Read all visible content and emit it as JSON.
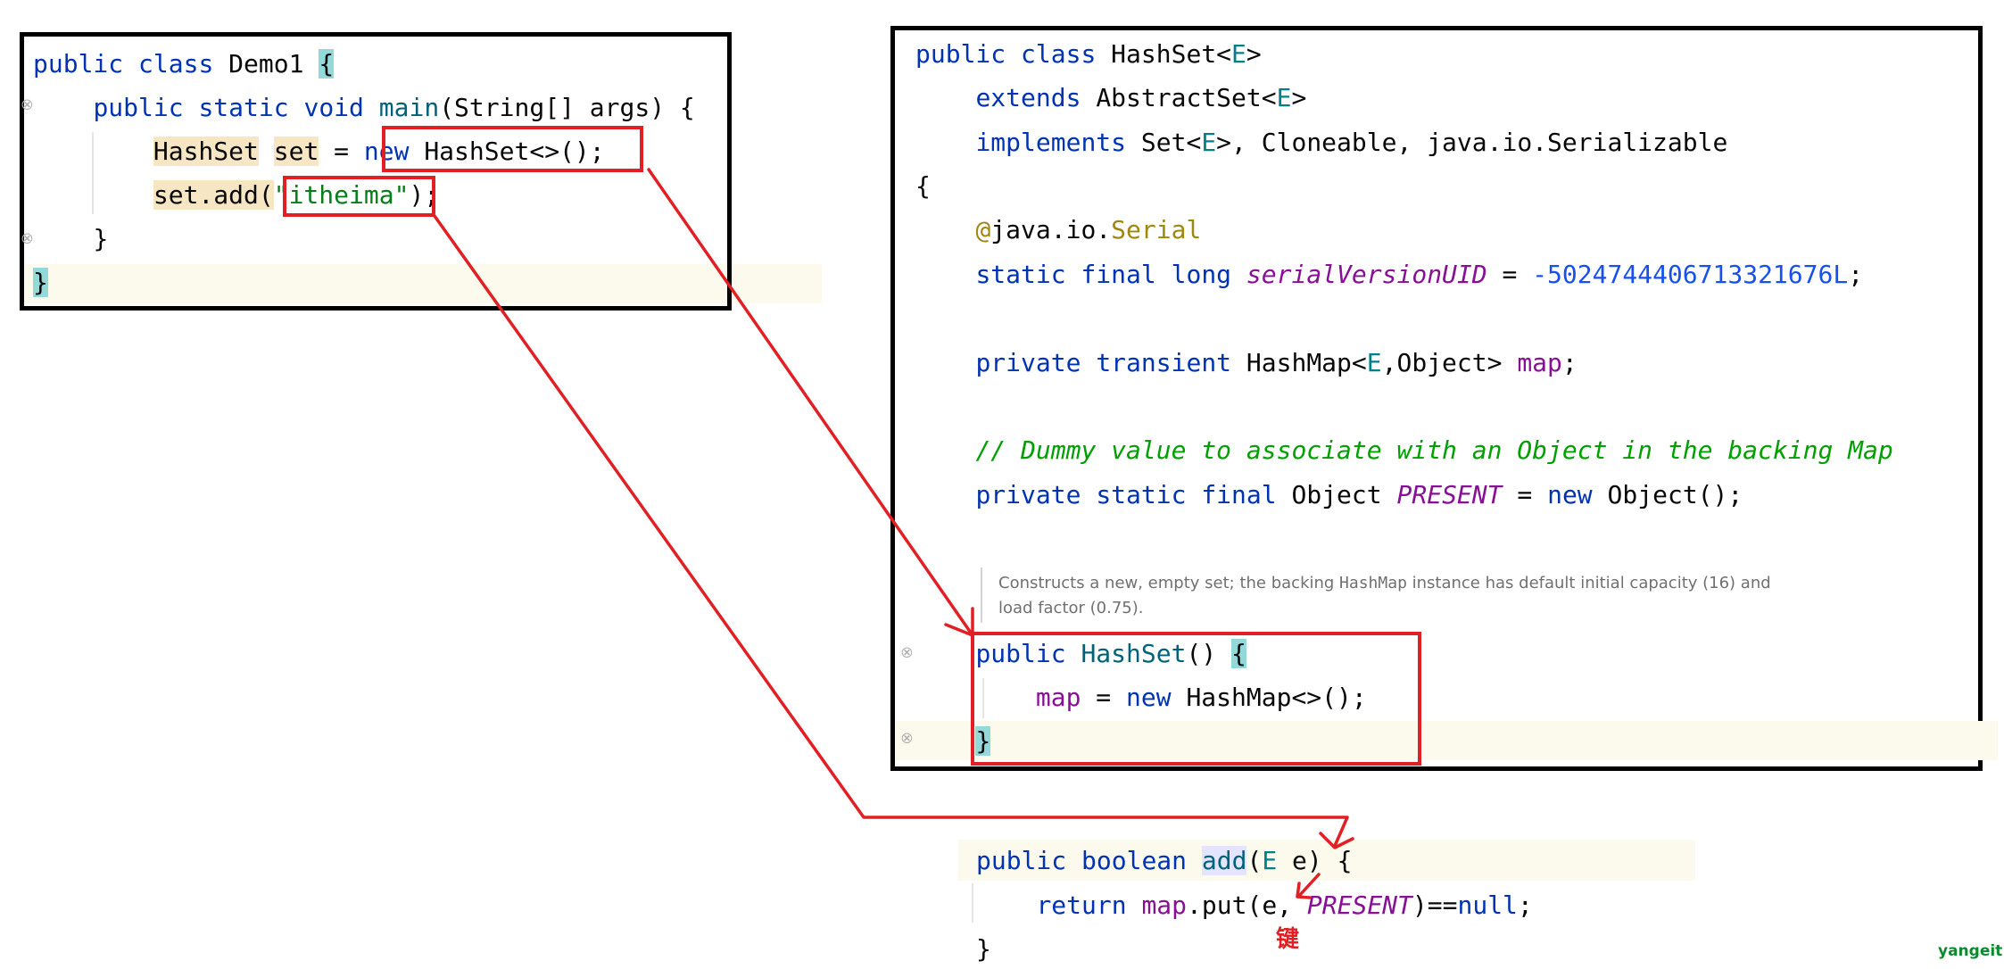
{
  "demo_panel": {
    "line1": {
      "kw1": "public",
      "kw2": "class",
      "name": "Demo1",
      "brace": "{"
    },
    "line2": {
      "kw1": "public",
      "kw2": "static",
      "kw3": "void",
      "method": "main",
      "params": "(String[] args) {"
    },
    "line3": {
      "type": "HashSet",
      "var": "set",
      "eq": "=",
      "kw_new": "new",
      "ctor": "HashSet<>();"
    },
    "line4": {
      "call": "set.add(",
      "arg": "\"itheima\"",
      "end": ");"
    },
    "line5": {
      "brace": "}"
    },
    "line6": {
      "brace": "}"
    }
  },
  "hashset_panel": {
    "l1": {
      "kw1": "public",
      "kw2": "class",
      "name": "HashSet<",
      "tparam": "E",
      "close": ">"
    },
    "l2": {
      "kw": "extends",
      "name": "AbstractSet<",
      "tparam": "E",
      "close": ">"
    },
    "l3": {
      "kw": "implements",
      "name": "Set<",
      "tparam": "E",
      "rest": ">, Cloneable, java.io.Serializable"
    },
    "l4": {
      "brace": "{"
    },
    "l5": {
      "at": "@",
      "pkg": "java.io.",
      "ann": "Serial"
    },
    "l6": {
      "kw1": "static",
      "kw2": "final",
      "kw3": "long",
      "field": "serialVersionUID",
      "eq": " = ",
      "num": "-5024744406713321676L",
      "semi": ";"
    },
    "l7": {
      "kw1": "private",
      "kw2": "transient",
      "type": "HashMap<",
      "tparam": "E",
      "rest": ",Object> ",
      "field": "map",
      "semi": ";"
    },
    "l8": {
      "comment": "// Dummy value to associate with an Object in the backing Map"
    },
    "l9": {
      "kw1": "private",
      "kw2": "static",
      "kw3": "final",
      "type": "Object ",
      "field": "PRESENT",
      "eq": " = ",
      "kw_new": "new",
      "rest": " Object();"
    },
    "doc": {
      "part1": "Constructs a new, empty set; the backing ",
      "code": "HashMap",
      "part2": " instance has default initial capacity (16) and",
      "line2": "load factor (0.75)."
    },
    "l10": {
      "kw": "public",
      "name": "HashSet",
      "parens": "() ",
      "brace": "{"
    },
    "l11": {
      "field": "map",
      "eq": " = ",
      "kw_new": "new",
      "rest": " HashMap<>();"
    },
    "l12": {
      "brace": "}"
    }
  },
  "add_snippet": {
    "l1": {
      "kw1": "public",
      "kw2": "boolean",
      "method": "add",
      "open": "(",
      "tparam": "E",
      "rest": " e) {"
    },
    "l2": {
      "kw": "return",
      "field": "map",
      "call": ".put(e, ",
      "const": "PRESENT",
      "cmp": ")==",
      "kw_null": "null",
      "semi": ";"
    },
    "l3": {
      "brace": "}"
    }
  },
  "annotation_label": "键",
  "watermark": "yangeit",
  "colors": {
    "keyword": "#0033b3",
    "method": "#00627a",
    "type_param": "#007e8a",
    "field": "#871094",
    "string": "#067d17",
    "number": "#1750eb",
    "annotation": "#9e880d",
    "comment": "#00a000",
    "red_markup": "#e11f24"
  }
}
